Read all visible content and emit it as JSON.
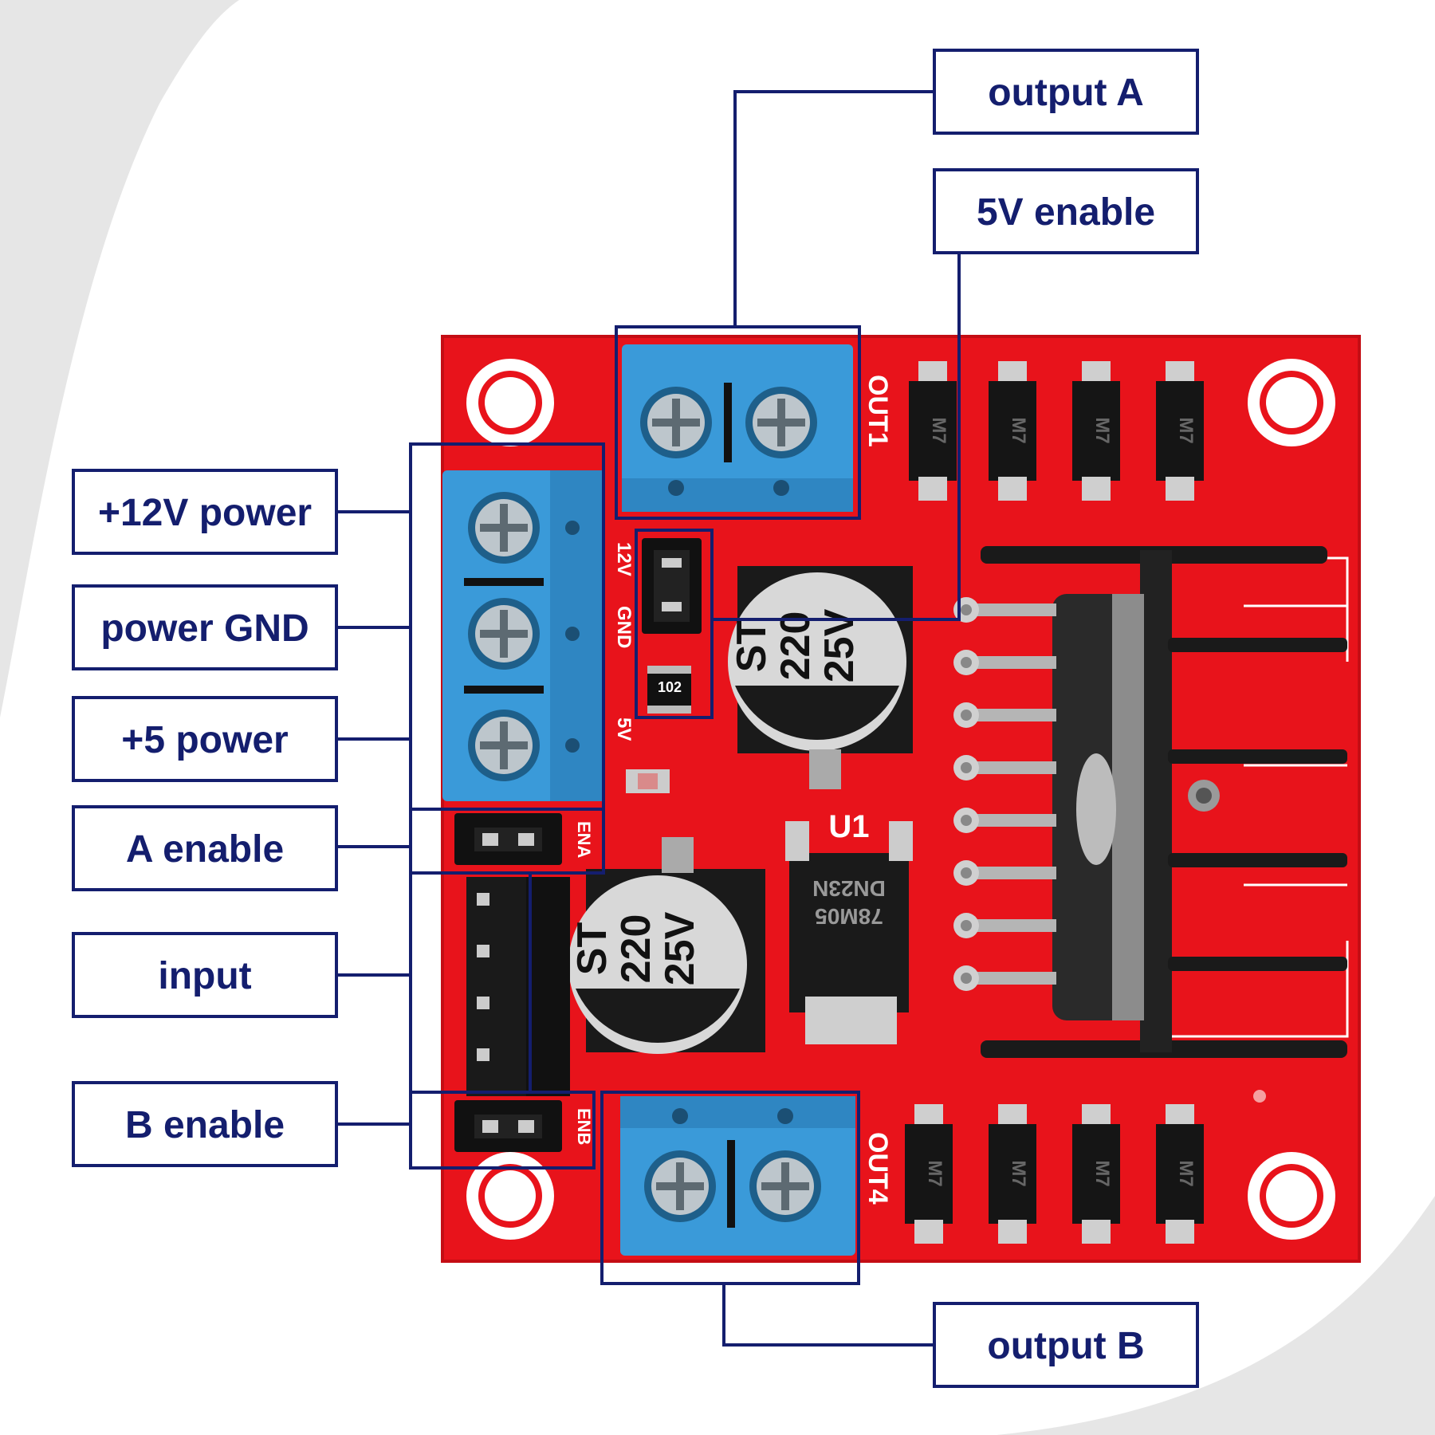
{
  "labels": {
    "output_a": "output A",
    "enable_5v": "5V enable",
    "power_12v": "+12V power",
    "power_gnd": "power GND",
    "power_5v": "+5 power",
    "a_enable": "A enable",
    "input": "input",
    "b_enable": "B enable",
    "output_b": "output B"
  },
  "board_markings": {
    "out1": "OUT1",
    "out4": "OUT4",
    "diode": "M7",
    "cap_brand": "ST",
    "cap_value": "220",
    "cap_voltage": "25V",
    "reg_part": "78M05",
    "reg_code": "DN23N",
    "resistor": "102",
    "u1": "U1",
    "silk_12v": "12V",
    "silk_gnd": "GND",
    "silk_5v": "5V",
    "silk_ena": "ENA",
    "silk_enb": "ENB"
  },
  "colors": {
    "label_text": "#141e6e",
    "label_border": "#141e6e",
    "pcb": "#e8131b",
    "terminal_block": "#3a9ad9",
    "heatsink": "#1a1a1a",
    "capacitor": "#d8d8d8",
    "background": "#e6e6e6"
  }
}
